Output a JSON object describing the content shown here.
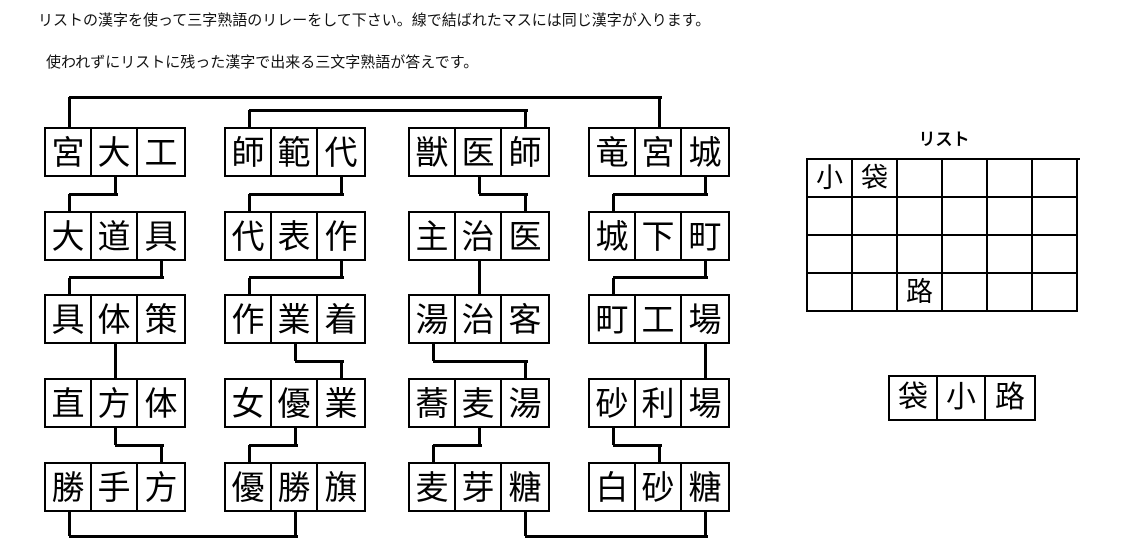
{
  "instructions": {
    "line1": "リストの漢字を使って三字熟語のリレーをして下さい。線で結ばれたマスには同じ漢字が入ります。",
    "line2": "使われずにリストに残った漢字で出来る三文字熟語が答えです。"
  },
  "puzzle": {
    "columns": [
      {
        "id": "column-1",
        "words": [
          {
            "id": "word-1-1",
            "chars": [
              "宮",
              "大",
              "工"
            ]
          },
          {
            "id": "word-1-2",
            "chars": [
              "大",
              "道",
              "具"
            ]
          },
          {
            "id": "word-1-3",
            "chars": [
              "具",
              "体",
              "策"
            ]
          },
          {
            "id": "word-1-4",
            "chars": [
              "直",
              "方",
              "体"
            ]
          },
          {
            "id": "word-1-5",
            "chars": [
              "勝",
              "手",
              "方"
            ]
          }
        ]
      },
      {
        "id": "column-2",
        "words": [
          {
            "id": "word-2-1",
            "chars": [
              "師",
              "範",
              "代"
            ]
          },
          {
            "id": "word-2-2",
            "chars": [
              "代",
              "表",
              "作"
            ]
          },
          {
            "id": "word-2-3",
            "chars": [
              "作",
              "業",
              "着"
            ]
          },
          {
            "id": "word-2-4",
            "chars": [
              "女",
              "優",
              "業"
            ]
          },
          {
            "id": "word-2-5",
            "chars": [
              "優",
              "勝",
              "旗"
            ]
          }
        ]
      },
      {
        "id": "column-3",
        "words": [
          {
            "id": "word-3-1",
            "chars": [
              "獣",
              "医",
              "師"
            ]
          },
          {
            "id": "word-3-2",
            "chars": [
              "主",
              "治",
              "医"
            ]
          },
          {
            "id": "word-3-3",
            "chars": [
              "湯",
              "治",
              "客"
            ]
          },
          {
            "id": "word-3-4",
            "chars": [
              "蕎",
              "麦",
              "湯"
            ]
          },
          {
            "id": "word-3-5",
            "chars": [
              "麦",
              "芽",
              "糖"
            ]
          }
        ]
      },
      {
        "id": "column-4",
        "words": [
          {
            "id": "word-4-1",
            "chars": [
              "竜",
              "宮",
              "城"
            ]
          },
          {
            "id": "word-4-2",
            "chars": [
              "城",
              "下",
              "町"
            ]
          },
          {
            "id": "word-4-3",
            "chars": [
              "町",
              "工",
              "場"
            ]
          },
          {
            "id": "word-4-4",
            "chars": [
              "砂",
              "利",
              "場"
            ]
          },
          {
            "id": "word-4-5",
            "chars": [
              "白",
              "砂",
              "糖"
            ]
          }
        ]
      }
    ]
  },
  "list": {
    "title": "リスト",
    "rows": [
      [
        "小",
        "袋",
        "",
        "",
        "",
        ""
      ],
      [
        "",
        "",
        "",
        "",
        "",
        ""
      ],
      [
        "",
        "",
        "",
        "",
        "",
        ""
      ],
      [
        "",
        "",
        "路",
        "",
        "",
        ""
      ]
    ]
  },
  "answer": {
    "chars": [
      "袋",
      "小",
      "路"
    ]
  },
  "colors": {
    "ink": "#000000",
    "paper": "#ffffff"
  }
}
